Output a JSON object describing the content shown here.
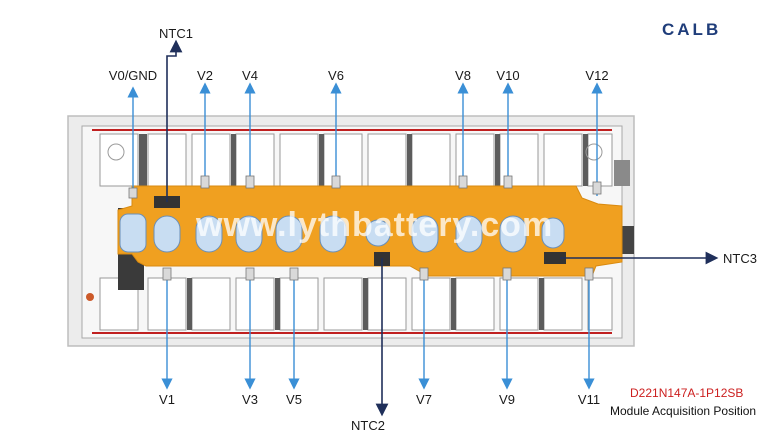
{
  "brand": {
    "logo": "CALB",
    "color": "#1f3d7a"
  },
  "diagram": {
    "top_labels": [
      "V0/GND",
      "V2",
      "V4",
      "V6",
      "V8",
      "V10",
      "V12"
    ],
    "bottom_labels": [
      "V1",
      "V3",
      "V5",
      "V7",
      "V9",
      "V11"
    ],
    "ntc_labels": [
      "NTC1",
      "NTC2",
      "NTC3"
    ],
    "model": "D221N147A-1P12SB",
    "caption": "Module Acquisition Position",
    "watermark": "www.lythbattery.com",
    "colors": {
      "busbar": "#f0a020",
      "arrow": "#3a8fd6",
      "ntc_line": "#1f2f5a",
      "edge": "#c02020",
      "cell": "#c8ddf2"
    }
  }
}
